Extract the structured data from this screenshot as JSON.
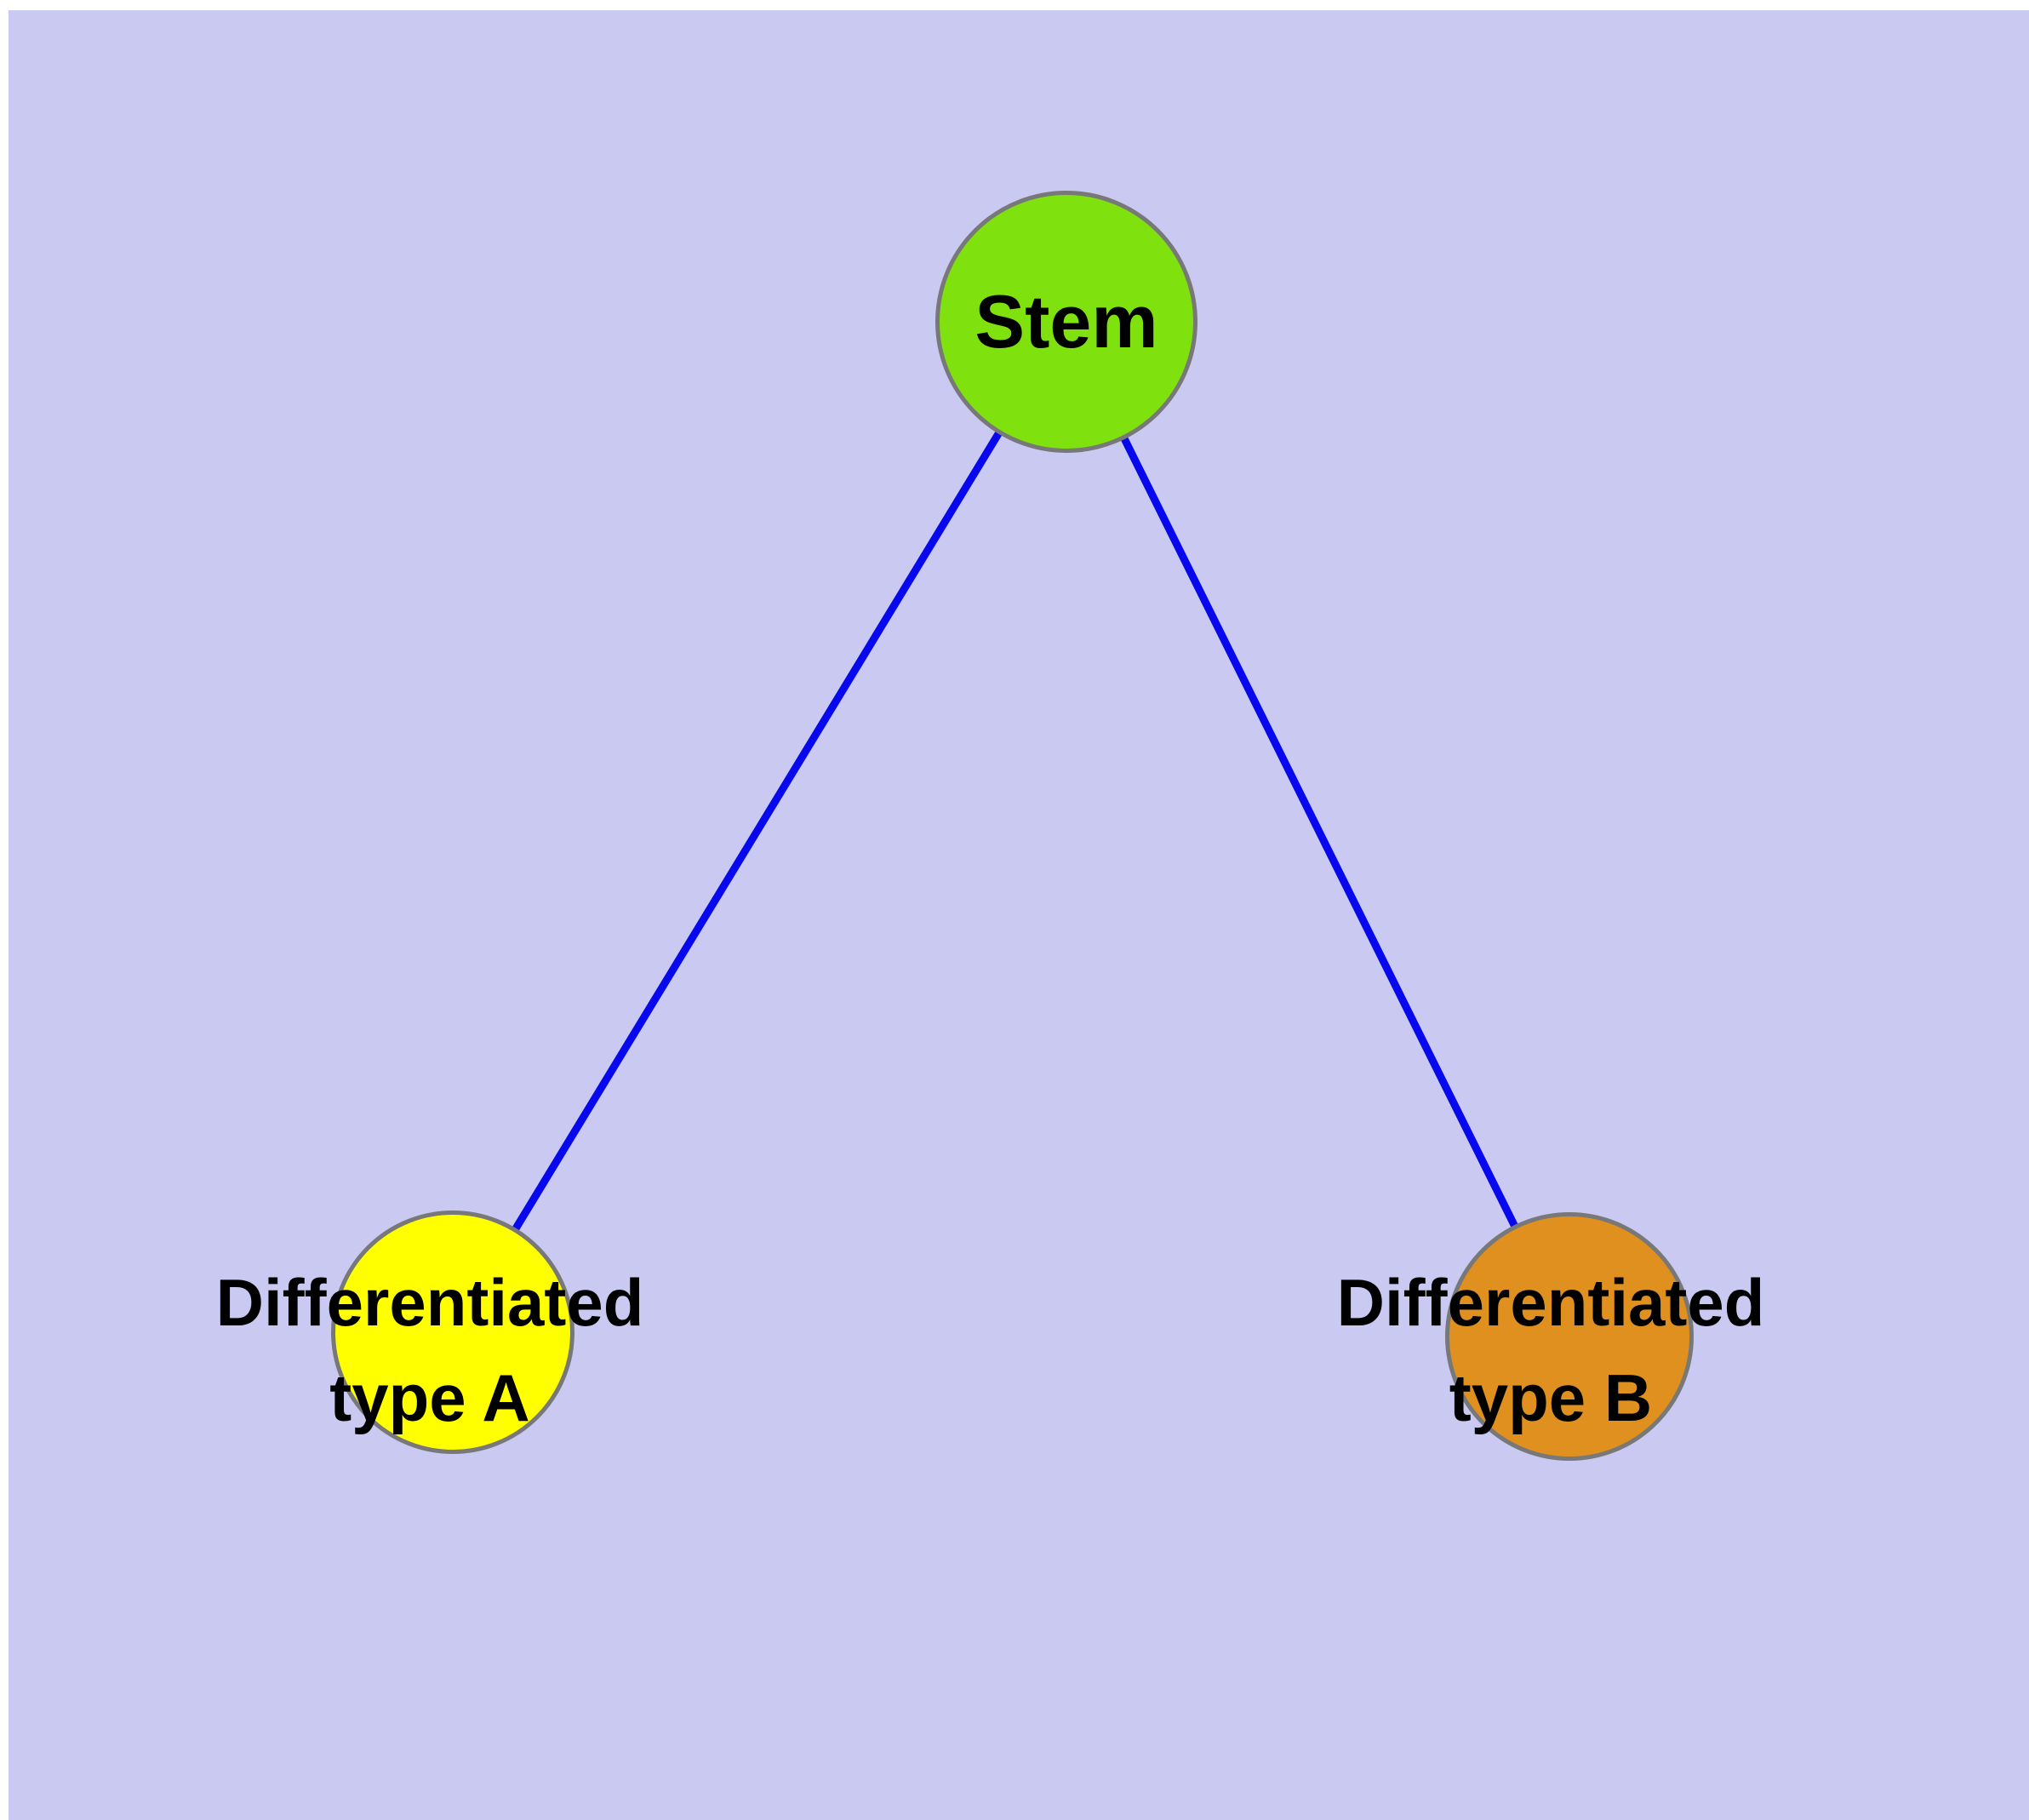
{
  "diagram": {
    "background_color": "#c9c9f1",
    "edge_color": "#0808ee",
    "node_border_color": "#787878",
    "nodes": {
      "stem": {
        "id": "stem",
        "label": "Stem",
        "color": "#7fe20f"
      },
      "typeA": {
        "id": "differentiated-type-a",
        "label_line1": "Differentiated",
        "label_line2": "type A",
        "color": "#ffff00"
      },
      "typeB": {
        "id": "differentiated-type-b",
        "label_line1": "Differentiated",
        "label_line2": "type B",
        "color": "#e0901f"
      }
    },
    "edges": [
      {
        "from": "stem",
        "to": "differentiated-type-a"
      },
      {
        "from": "stem",
        "to": "differentiated-type-b"
      }
    ]
  }
}
